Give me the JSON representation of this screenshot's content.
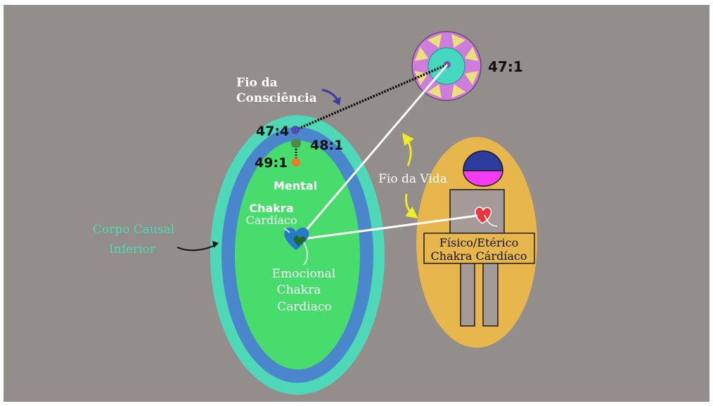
{
  "colors": {
    "background": "#938d8c",
    "causal_outer": "#4fd8b8",
    "causal_ring": "#4a86cc",
    "mental_inner": "#48dc6c",
    "physical_oval": "#e7b64c",
    "monad_outer": "#cd7ddc",
    "monad_inner": "#45d8c0",
    "monad_triangles": "#ece07a",
    "head_top": "#2c3c9e",
    "head_bottom": "#f23cf0",
    "body": "#a59a97",
    "heart": "#ea3440",
    "thread_arrow": "#3c3aa0",
    "life_arrow": "#f2ec22",
    "dot_top": "#534cb0",
    "dot_mid": "#4f8a50",
    "dot_bottom": "#f27a22",
    "label_teal": "#4fd8b8"
  },
  "labels": {
    "monad": "47:1",
    "thread_line1": "Fio da",
    "thread_line2": "Consciência",
    "atom_top": "47:4",
    "atom_mid": "48:1",
    "atom_bottom": "49:1",
    "mental": "Mental",
    "mental_chakra_line1": "Chakra",
    "mental_chakra_line2": "Cardíaco",
    "emotional_line1": "Emocional",
    "emotional_line2": "Chakra",
    "emotional_line3": "Cardiaco",
    "causal_line1": "Corpo Causal",
    "causal_line2": "Inferior",
    "life_thread": "Fio da Vida",
    "physical_line1": "Físico/Etérico",
    "physical_line2": "Chakra Cárdíaco"
  }
}
